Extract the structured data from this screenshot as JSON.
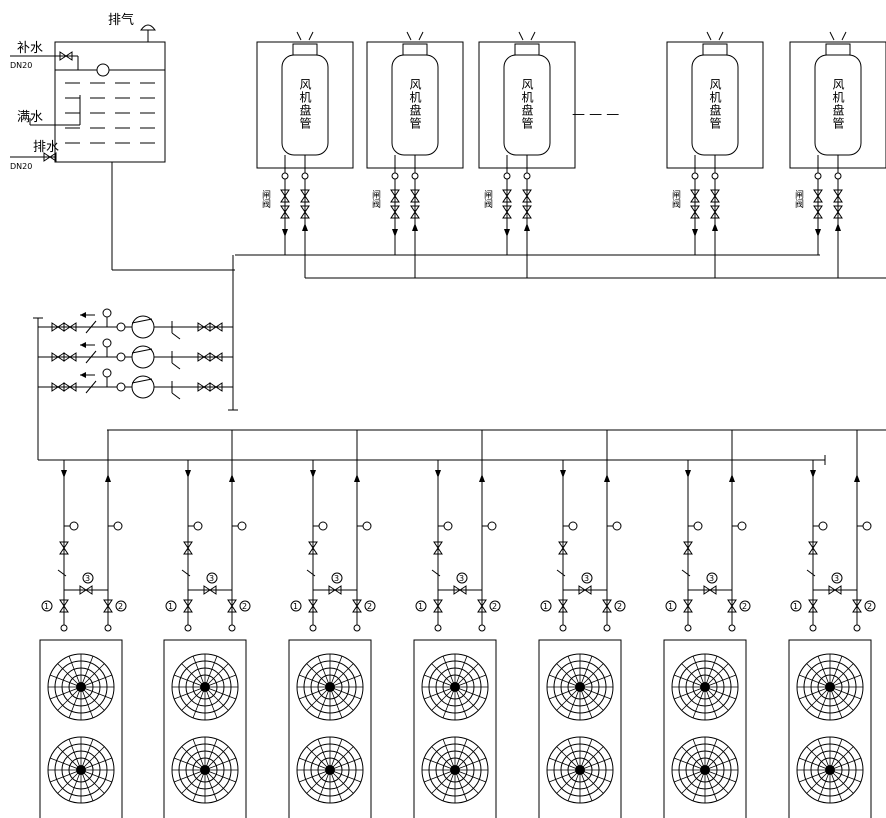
{
  "tank": {
    "vent": "排气",
    "makeup": "补水",
    "makeup_dn": "DN20",
    "overflow": "满水",
    "drain": "排水",
    "drain_dn": "DN20"
  },
  "fan_coil": {
    "label": "风机盘管",
    "valve_label": "闸阀",
    "count": 5,
    "ellipsis": "— — —"
  },
  "pumps": {
    "count": 3
  },
  "chillers": {
    "count": 7,
    "valve_marks": [
      "1",
      "2",
      "3"
    ]
  },
  "colors": {
    "line": "#000000",
    "background": "#ffffff"
  }
}
